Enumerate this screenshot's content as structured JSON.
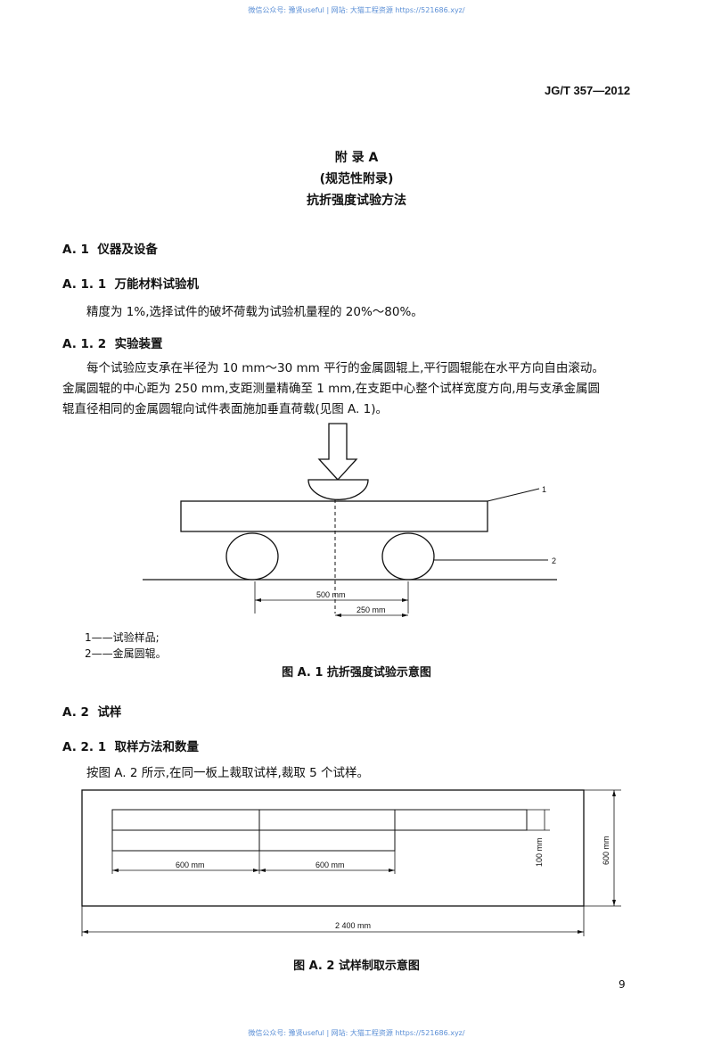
{
  "watermark": {
    "top": "微信公众号: 豫贤useful | 网站: 大猫工程资源 https://521686.xyz/",
    "bottom": "微信公众号: 豫贤useful | 网站: 大猫工程资源 https://521686.xyz/"
  },
  "header": {
    "standard_no": "JG/T 357—2012"
  },
  "appendix": {
    "title": "附 录 A",
    "type": "(规范性附录)",
    "name": "抗折强度试验方法"
  },
  "sections": {
    "a1": {
      "num": "A. 1",
      "title": "仪器及设备"
    },
    "a11": {
      "num": "A. 1. 1",
      "title": "万能材料试验机",
      "text": "精度为 1%,选择试件的破坏荷载为试验机量程的 20%～80%。"
    },
    "a12": {
      "num": "A. 1. 2",
      "title": "实验装置",
      "line1": "每个试验应支承在半径为 10 mm～30 mm 平行的金属圆辊上,平行圆辊能在水平方向自由滚动。",
      "line2": "金属圆辊的中心距为 250 mm,支距测量精确至 1 mm,在支距中心整个试样宽度方向,用与支承金属圆",
      "line3": "辊直径相同的金属圆辊向试件表面施加垂直荷载(见图 A. 1)。"
    },
    "a2": {
      "num": "A. 2",
      "title": "试样"
    },
    "a21": {
      "num": "A. 2. 1",
      "title": "取样方法和数量",
      "text": "按图 A. 2 所示,在同一板上裁取试样,裁取 5 个试样。"
    }
  },
  "figure1": {
    "label_1": "1",
    "label_2": "2",
    "dim_500": "500 mm",
    "dim_250": "250 mm",
    "legend_1": "1——试验样品;",
    "legend_2": "2——金属圆辊。",
    "caption": "图 A. 1   抗折强度试验示意图"
  },
  "figure2": {
    "dim_600_a": "600 mm",
    "dim_600_b": "600 mm",
    "dim_100": "100 mm",
    "dim_600_v": "600 mm",
    "dim_2400": "2 400 mm",
    "caption": "图 A. 2   试样制取示意图"
  },
  "footer": {
    "page_number": "9"
  }
}
